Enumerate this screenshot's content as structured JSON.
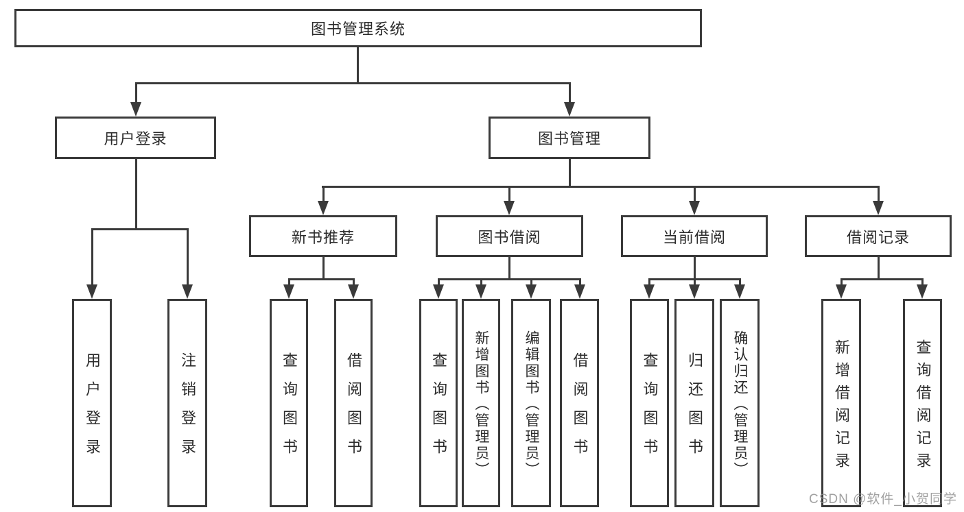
{
  "diagram": {
    "root": {
      "label": "图书管理系统"
    },
    "level2": [
      {
        "label": "用户登录"
      },
      {
        "label": "图书管理"
      }
    ],
    "level3": [
      {
        "label": "新书推荐"
      },
      {
        "label": "图书借阅"
      },
      {
        "label": "当前借阅"
      },
      {
        "label": "借阅记录"
      }
    ],
    "leaves": [
      {
        "label": "用户登录"
      },
      {
        "label": "注销登录"
      },
      {
        "label": "查询图书"
      },
      {
        "label": "借阅图书"
      },
      {
        "label": "查询图书"
      },
      {
        "label": "新增图书（管理员）"
      },
      {
        "label": "编辑图书（管理员）"
      },
      {
        "label": "借阅图书"
      },
      {
        "label": "查询图书"
      },
      {
        "label": "归还图书"
      },
      {
        "label": "确认归还（管理员）"
      },
      {
        "label": "新增借阅记录"
      },
      {
        "label": "查询借阅记录"
      }
    ]
  },
  "watermark": "CSDN @软件_小贺同学",
  "colors": {
    "line": "#3a3a3a",
    "text": "#2b2b2b",
    "watermark": "#919191",
    "background": "#ffffff"
  }
}
